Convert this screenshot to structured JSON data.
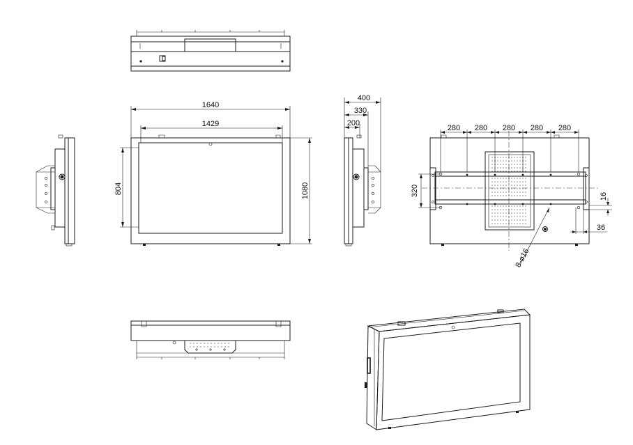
{
  "dimensions": {
    "front_width": "1640",
    "front_inner_width": "1429",
    "front_height": "1080",
    "front_inner_height": "804",
    "side_depth_total": "400",
    "side_depth_mid": "330",
    "side_depth_front": "200",
    "rear_spacing_1": "280",
    "rear_spacing_2": "280",
    "rear_spacing_3": "280",
    "rear_spacing_4": "280",
    "rear_spacing_5": "280",
    "rear_rail_gap": "320",
    "rear_offset_small": "16",
    "rear_offset_side": "36",
    "rear_holes": "8-ø16"
  },
  "colors": {
    "line": "#1a1a1a",
    "background": "#ffffff"
  }
}
